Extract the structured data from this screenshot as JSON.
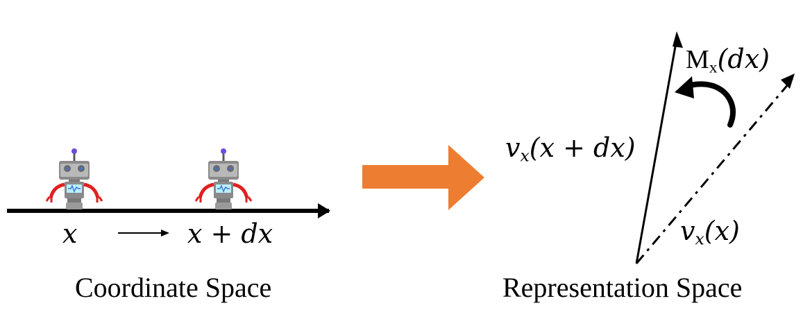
{
  "coordinate_space": {
    "position_start": "x",
    "position_end": "x + dx",
    "caption": "Coordinate Space"
  },
  "representation_space": {
    "vector_end_base": "v",
    "vector_end_sub": "x",
    "vector_end_arg": "(x + dx)",
    "vector_start_base": "v",
    "vector_start_sub": "x",
    "vector_start_arg": "(x)",
    "transform_base": "M",
    "transform_sub": "x",
    "transform_arg": "(dx)",
    "caption": "Representation Space"
  },
  "colors": {
    "transition_arrow": "#ed7d31",
    "robot_body": "#8a8a8a",
    "robot_arms": "#e02020",
    "robot_screen": "#b9f0ff",
    "robot_eye_glow": "#3f74d6"
  },
  "icons": {
    "robot": "robot-icon",
    "transition": "orange-arrow-icon",
    "rotation": "curved-arrow-icon"
  }
}
